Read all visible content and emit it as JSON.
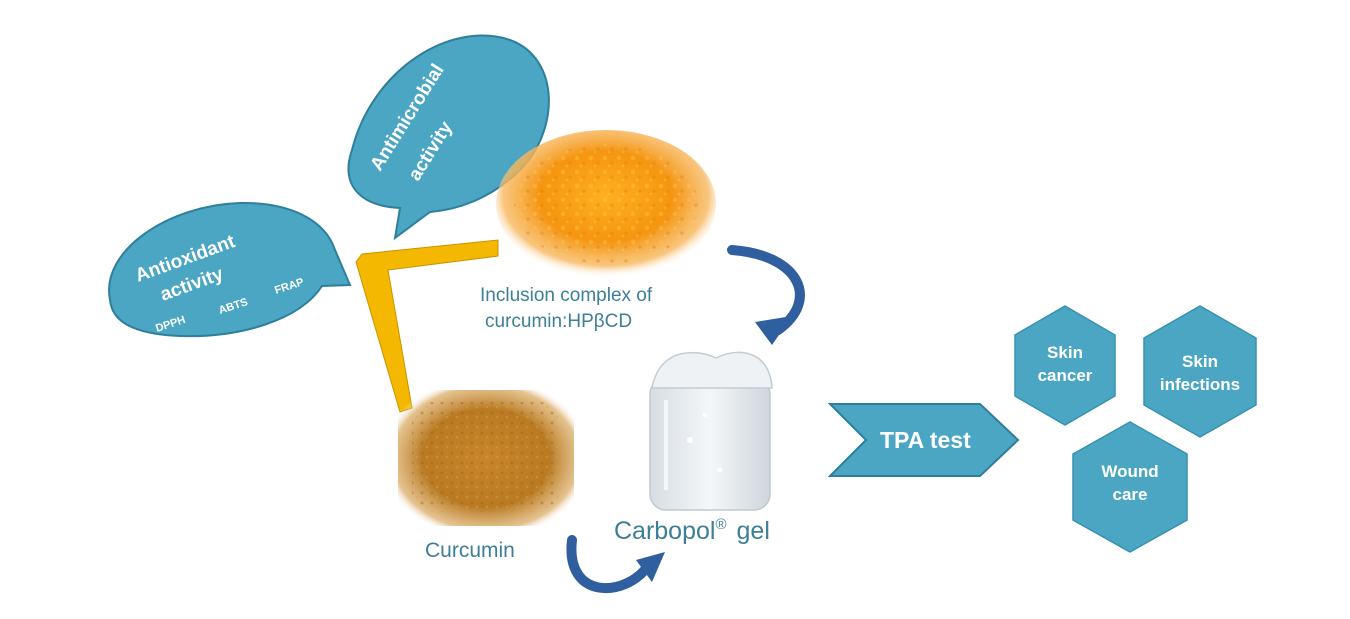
{
  "diagram": {
    "bubbles": {
      "antimicrobial": {
        "line1": "Antimicrobial",
        "line2": "activity"
      },
      "antioxidant": {
        "line1": "Antioxidant",
        "line2": "activity",
        "assays": [
          "DPPH",
          "ABTS",
          "FRAP"
        ]
      }
    },
    "labels": {
      "inclusion_line1": "Inclusion complex of",
      "inclusion_line2": "curcumin:HPβCD",
      "curcumin": "Curcumin",
      "carbopol": "Carbopol",
      "carbopol_mark": "®",
      "gel": "gel",
      "tpa": "TPA test"
    },
    "applications": [
      {
        "line1": "Skin",
        "line2": "cancer"
      },
      {
        "line1": "Skin",
        "line2": "infections"
      },
      {
        "line1": "Wound",
        "line2": "care"
      }
    ],
    "colors": {
      "teal": "#4aa6c3",
      "teal_dark": "#2e7f9c",
      "label_blue": "#3d7f97",
      "yellow": "#f4b800",
      "arrow_blue": "#2f5f9e",
      "orange": "#f39a12",
      "curcumin_brown": "#c98a2a"
    },
    "icons": [
      "curved-arrow-icon",
      "chevron-arrow-icon",
      "corner-arrow-icon"
    ]
  }
}
